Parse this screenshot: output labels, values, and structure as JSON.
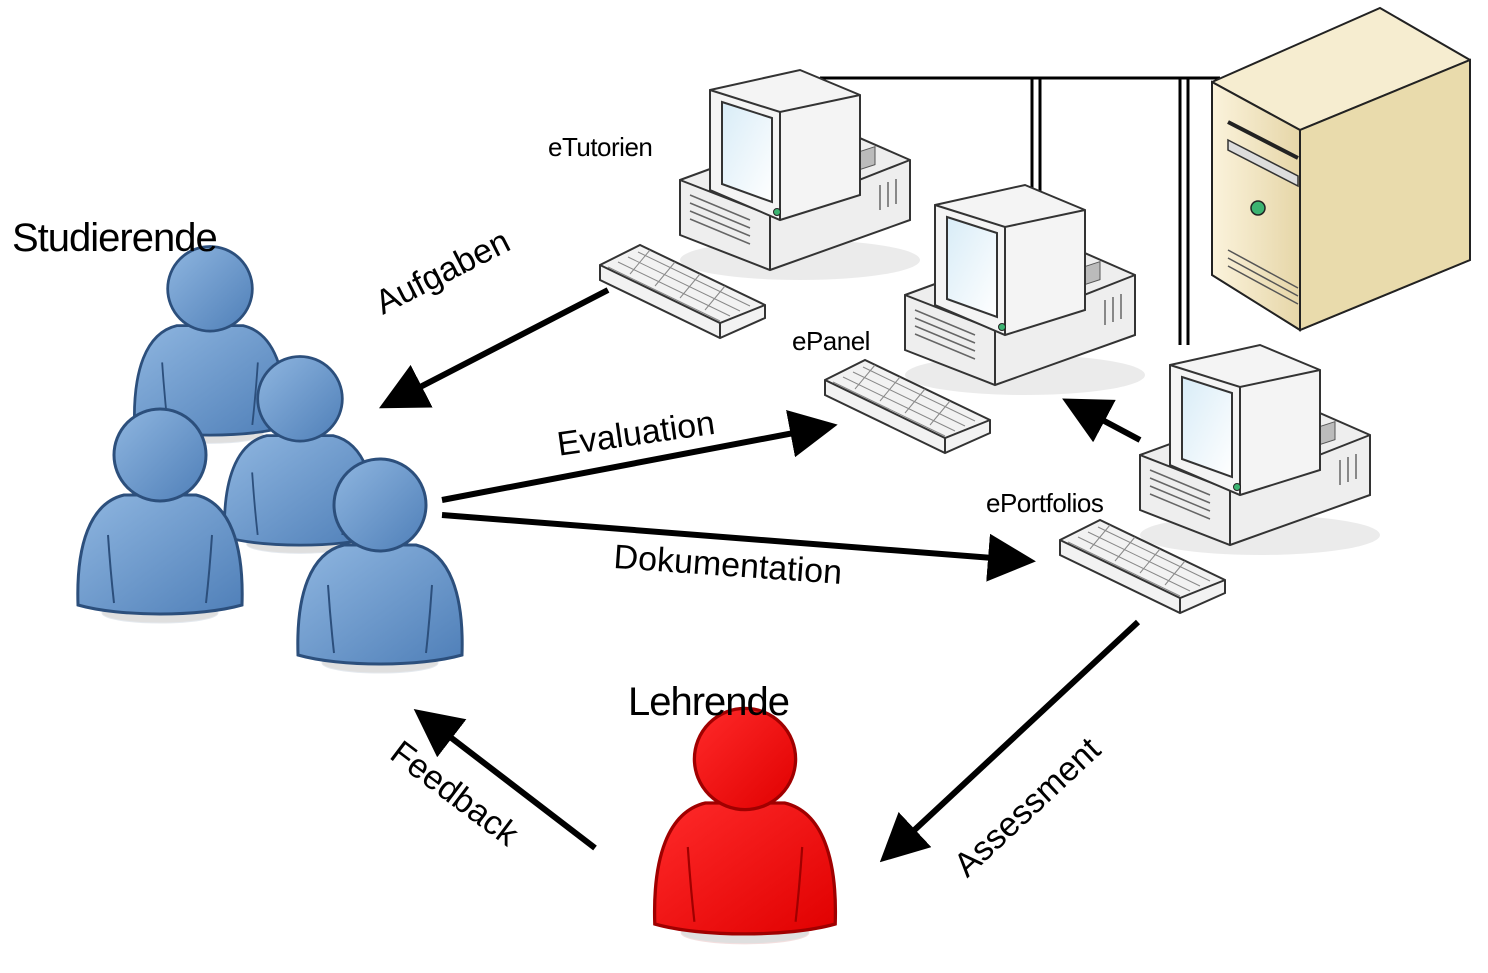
{
  "colors": {
    "students": "#5b8fc7",
    "students_dark": "#3d6a9e",
    "teacher": "#ff0000",
    "teacher_dark": "#c00000",
    "server": "#f2e6c4",
    "computer": "#f0f0f0",
    "arrow": "#000000"
  },
  "nodes": {
    "students_label": "Studierende",
    "teacher_label": "Lehrende",
    "etutorien_label": "eTutorien",
    "epanel_label": "ePanel",
    "eportfolios_label": "ePortfolios"
  },
  "edges": {
    "aufgaben": "Aufgaben",
    "evaluation": "Evaluation",
    "dokumentation": "Dokumentation",
    "assessment": "Assessment",
    "feedback": "Feedback"
  },
  "icons": {
    "students": "person-group-icon",
    "teacher": "person-icon",
    "computers": "desktop-computer-icon",
    "server": "server-tower-icon"
  }
}
